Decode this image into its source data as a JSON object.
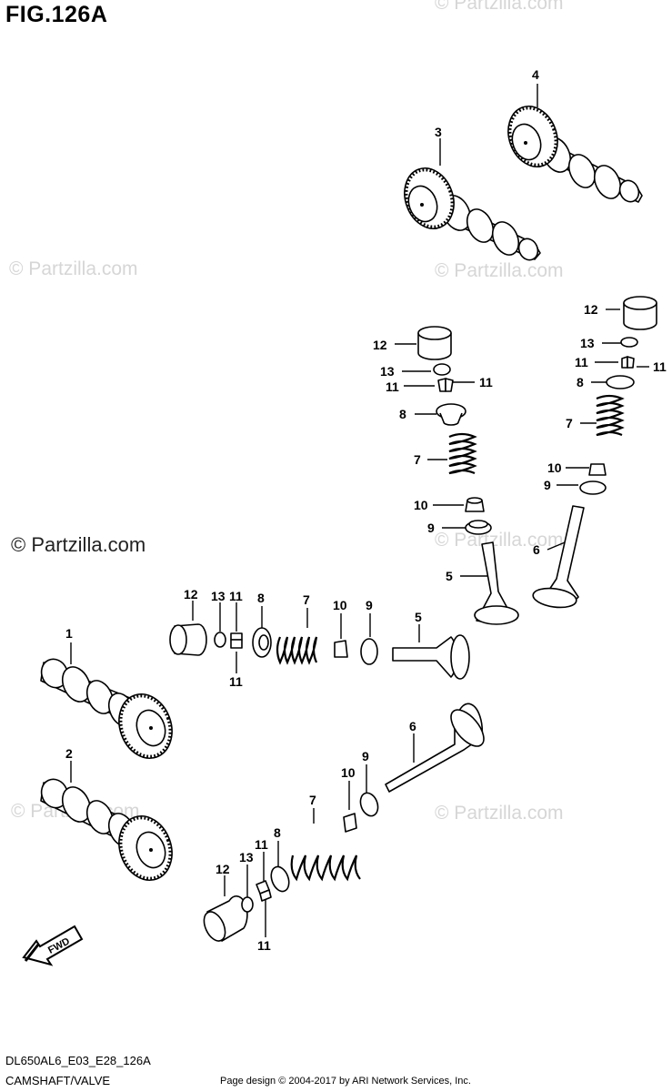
{
  "figure": {
    "title": "FIG.126A",
    "model_code": "DL650AL6_E03_E28_126A",
    "category": "CAMSHAFT/VALVE",
    "copyright": "Page design © 2004-2017 by ARI Network Services, Inc."
  },
  "watermark": {
    "text": "© Partzilla.com"
  },
  "fwd_label": "FWD",
  "callouts": [
    {
      "id": "c1",
      "text": "1"
    },
    {
      "id": "c2",
      "text": "2"
    },
    {
      "id": "c3",
      "text": "3"
    },
    {
      "id": "c4",
      "text": "4"
    },
    {
      "id": "c5",
      "text": "5"
    },
    {
      "id": "c6",
      "text": "6"
    },
    {
      "id": "c7",
      "text": "7"
    },
    {
      "id": "c8",
      "text": "8"
    },
    {
      "id": "c9",
      "text": "9"
    },
    {
      "id": "c10",
      "text": "10"
    },
    {
      "id": "c11",
      "text": "11"
    },
    {
      "id": "c12",
      "text": "12"
    },
    {
      "id": "c13",
      "text": "13"
    }
  ]
}
